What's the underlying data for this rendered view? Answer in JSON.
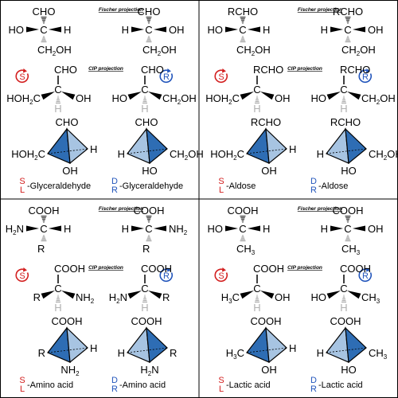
{
  "colors": {
    "red": "#d32020",
    "blue": "#2255bb",
    "tetra_dark": "#2e6db4",
    "tetra_light": "#a7c4e2",
    "hatch_gray": "#b0b0b0"
  },
  "labels": {
    "fischer": "Fischer projection",
    "cip": "CIP projection",
    "C": "C",
    "S": "S",
    "R": "R",
    "L": "L",
    "D": "D"
  },
  "panels": [
    {
      "compound": "Glyceraldehyde",
      "top_main": "CHO",
      "top_sub": "",
      "fischer": {
        "left": {
          "left": "HO",
          "right": "H",
          "bottom_main": "CH",
          "bottom_sub": "2",
          "bottom_tail": "OH"
        },
        "right": {
          "left": "H",
          "right": "OH",
          "bottom_main": "CH",
          "bottom_sub": "2",
          "bottom_tail": "OH"
        }
      },
      "cip": {
        "left": {
          "left_main": "HOH",
          "left_sub": "2",
          "left_tail": "C",
          "right": "OH",
          "bottom": "H"
        },
        "right": {
          "left": "HO",
          "right_main": "CH",
          "right_sub": "2",
          "right_tail": "OH",
          "bottom": "H"
        }
      },
      "tetra": {
        "left": {
          "left_main": "HOH",
          "left_sub": "2",
          "left_tail": "C",
          "right": "H",
          "bottom": "OH"
        },
        "right": {
          "left": "H",
          "right_main": "CH",
          "right_sub": "2",
          "right_tail": "OH",
          "bottom": "HO"
        }
      }
    },
    {
      "compound": "Aldose",
      "top_main": "RCHO",
      "top_sub": "",
      "fischer": {
        "left": {
          "left": "HO",
          "right": "H",
          "bottom_main": "CH",
          "bottom_sub": "2",
          "bottom_tail": "OH"
        },
        "right": {
          "left": "H",
          "right": "OH",
          "bottom_main": "CH",
          "bottom_sub": "2",
          "bottom_tail": "OH"
        }
      },
      "cip": {
        "left": {
          "left_main": "HOH",
          "left_sub": "2",
          "left_tail": "C",
          "right": "OH",
          "bottom": "H"
        },
        "right": {
          "left": "HO",
          "right_main": "CH",
          "right_sub": "2",
          "right_tail": "OH",
          "bottom": "H"
        }
      },
      "tetra": {
        "left": {
          "left_main": "HOH",
          "left_sub": "2",
          "left_tail": "C",
          "right": "H",
          "bottom": "OH"
        },
        "right": {
          "left": "H",
          "right_main": "CH",
          "right_sub": "2",
          "right_tail": "OH",
          "bottom": "HO"
        }
      }
    },
    {
      "compound": "Amino acid",
      "top_main": "COOH",
      "top_sub": "",
      "fischer": {
        "left": {
          "left_main": "H",
          "left_sub": "2",
          "left_tail": "N",
          "right": "H",
          "bottom_main": "R",
          "bottom_sub": "",
          "bottom_tail": ""
        },
        "right": {
          "left": "H",
          "right_main": "NH",
          "right_sub": "2",
          "right_tail": "",
          "bottom_main": "R",
          "bottom_sub": "",
          "bottom_tail": ""
        }
      },
      "cip": {
        "left": {
          "left_main": "R",
          "left_sub": "",
          "left_tail": "",
          "right_main": "NH",
          "right_sub": "2",
          "right_tail": "",
          "bottom": "H"
        },
        "right": {
          "left_main": "H",
          "left_sub": "2",
          "left_tail": "N",
          "right": "R",
          "bottom": "H"
        }
      },
      "tetra": {
        "left": {
          "left_main": "R",
          "left_sub": "",
          "left_tail": "",
          "right": "H",
          "bottom_main": "NH",
          "bottom_sub": "2",
          "bottom_tail": ""
        },
        "right": {
          "left": "H",
          "right_main": "R",
          "right_sub": "",
          "right_tail": "",
          "bottom_main": "H",
          "bottom_sub": "2",
          "bottom_tail": "N"
        }
      }
    },
    {
      "compound": "Lactic acid",
      "top_main": "COOH",
      "top_sub": "",
      "fischer": {
        "left": {
          "left": "HO",
          "right": "H",
          "bottom_main": "CH",
          "bottom_sub": "3",
          "bottom_tail": ""
        },
        "right": {
          "left": "H",
          "right": "OH",
          "bottom_main": "CH",
          "bottom_sub": "3",
          "bottom_tail": ""
        }
      },
      "cip": {
        "left": {
          "left_main": "H",
          "left_sub": "3",
          "left_tail": "C",
          "right": "OH",
          "bottom": "H"
        },
        "right": {
          "left": "HO",
          "right_main": "CH",
          "right_sub": "3",
          "right_tail": "",
          "bottom": "H"
        }
      },
      "tetra": {
        "left": {
          "left_main": "H",
          "left_sub": "3",
          "left_tail": "C",
          "right": "H",
          "bottom": "OH"
        },
        "right": {
          "left": "H",
          "right_main": "CH",
          "right_sub": "3",
          "right_tail": "",
          "bottom": "HO"
        }
      }
    }
  ]
}
